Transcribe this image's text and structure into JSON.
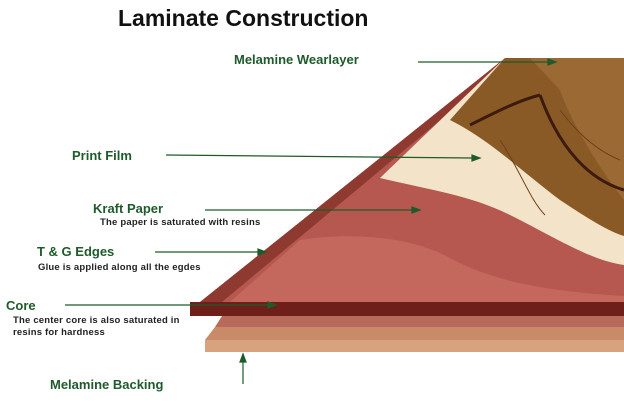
{
  "title": "Laminate Construction",
  "layers": [
    {
      "label": "Melamine Wearlayer"
    },
    {
      "label": "Print Film"
    },
    {
      "label": "Kraft Paper",
      "description": "The paper is saturated with resins"
    },
    {
      "label": "T & G Edges",
      "description": "Glue is applied along all the egdes"
    },
    {
      "label": "Core",
      "description": "The center core is also saturated in resins for hardness"
    },
    {
      "label": "Melamine Backing"
    }
  ],
  "colors": {
    "label": "#1f5a2a",
    "wood": "#8a5a26",
    "paper": "#f3e3c8",
    "core": "#b6584f",
    "edge": "#7a2a22"
  }
}
